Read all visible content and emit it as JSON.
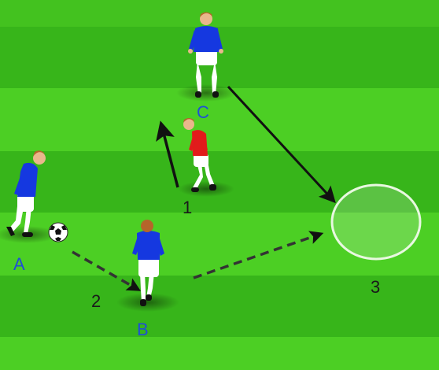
{
  "colors": {
    "stripe_light": "#4ccf24",
    "stripe_dark": "#37b51a",
    "team_blue": "#1538e0",
    "opponent_red": "#e11b1b",
    "label_blue": "#1f4fd6",
    "label_dark": "#1a1a1a",
    "arrow": "#111111",
    "target_zone": "#ffffff"
  },
  "players": {
    "a": {
      "label": "A",
      "team": "blue",
      "has_ball": true
    },
    "b": {
      "label": "B",
      "team": "blue"
    },
    "c": {
      "label": "C",
      "team": "blue"
    },
    "defender": {
      "team": "red"
    }
  },
  "steps": {
    "one": "1",
    "two": "2",
    "three": "3"
  },
  "arrows": [
    {
      "from": "defender",
      "style": "solid",
      "meaning": "run"
    },
    {
      "from": "a",
      "to": "b",
      "style": "dashed",
      "meaning": "pass"
    },
    {
      "from": "b",
      "to": "target-zone",
      "style": "dashed",
      "meaning": "pass"
    },
    {
      "from": "c",
      "to": "target-zone",
      "style": "solid",
      "meaning": "run"
    }
  ],
  "icons": [
    "soccer-ball-icon",
    "player-figure-icon",
    "target-zone-circle"
  ]
}
